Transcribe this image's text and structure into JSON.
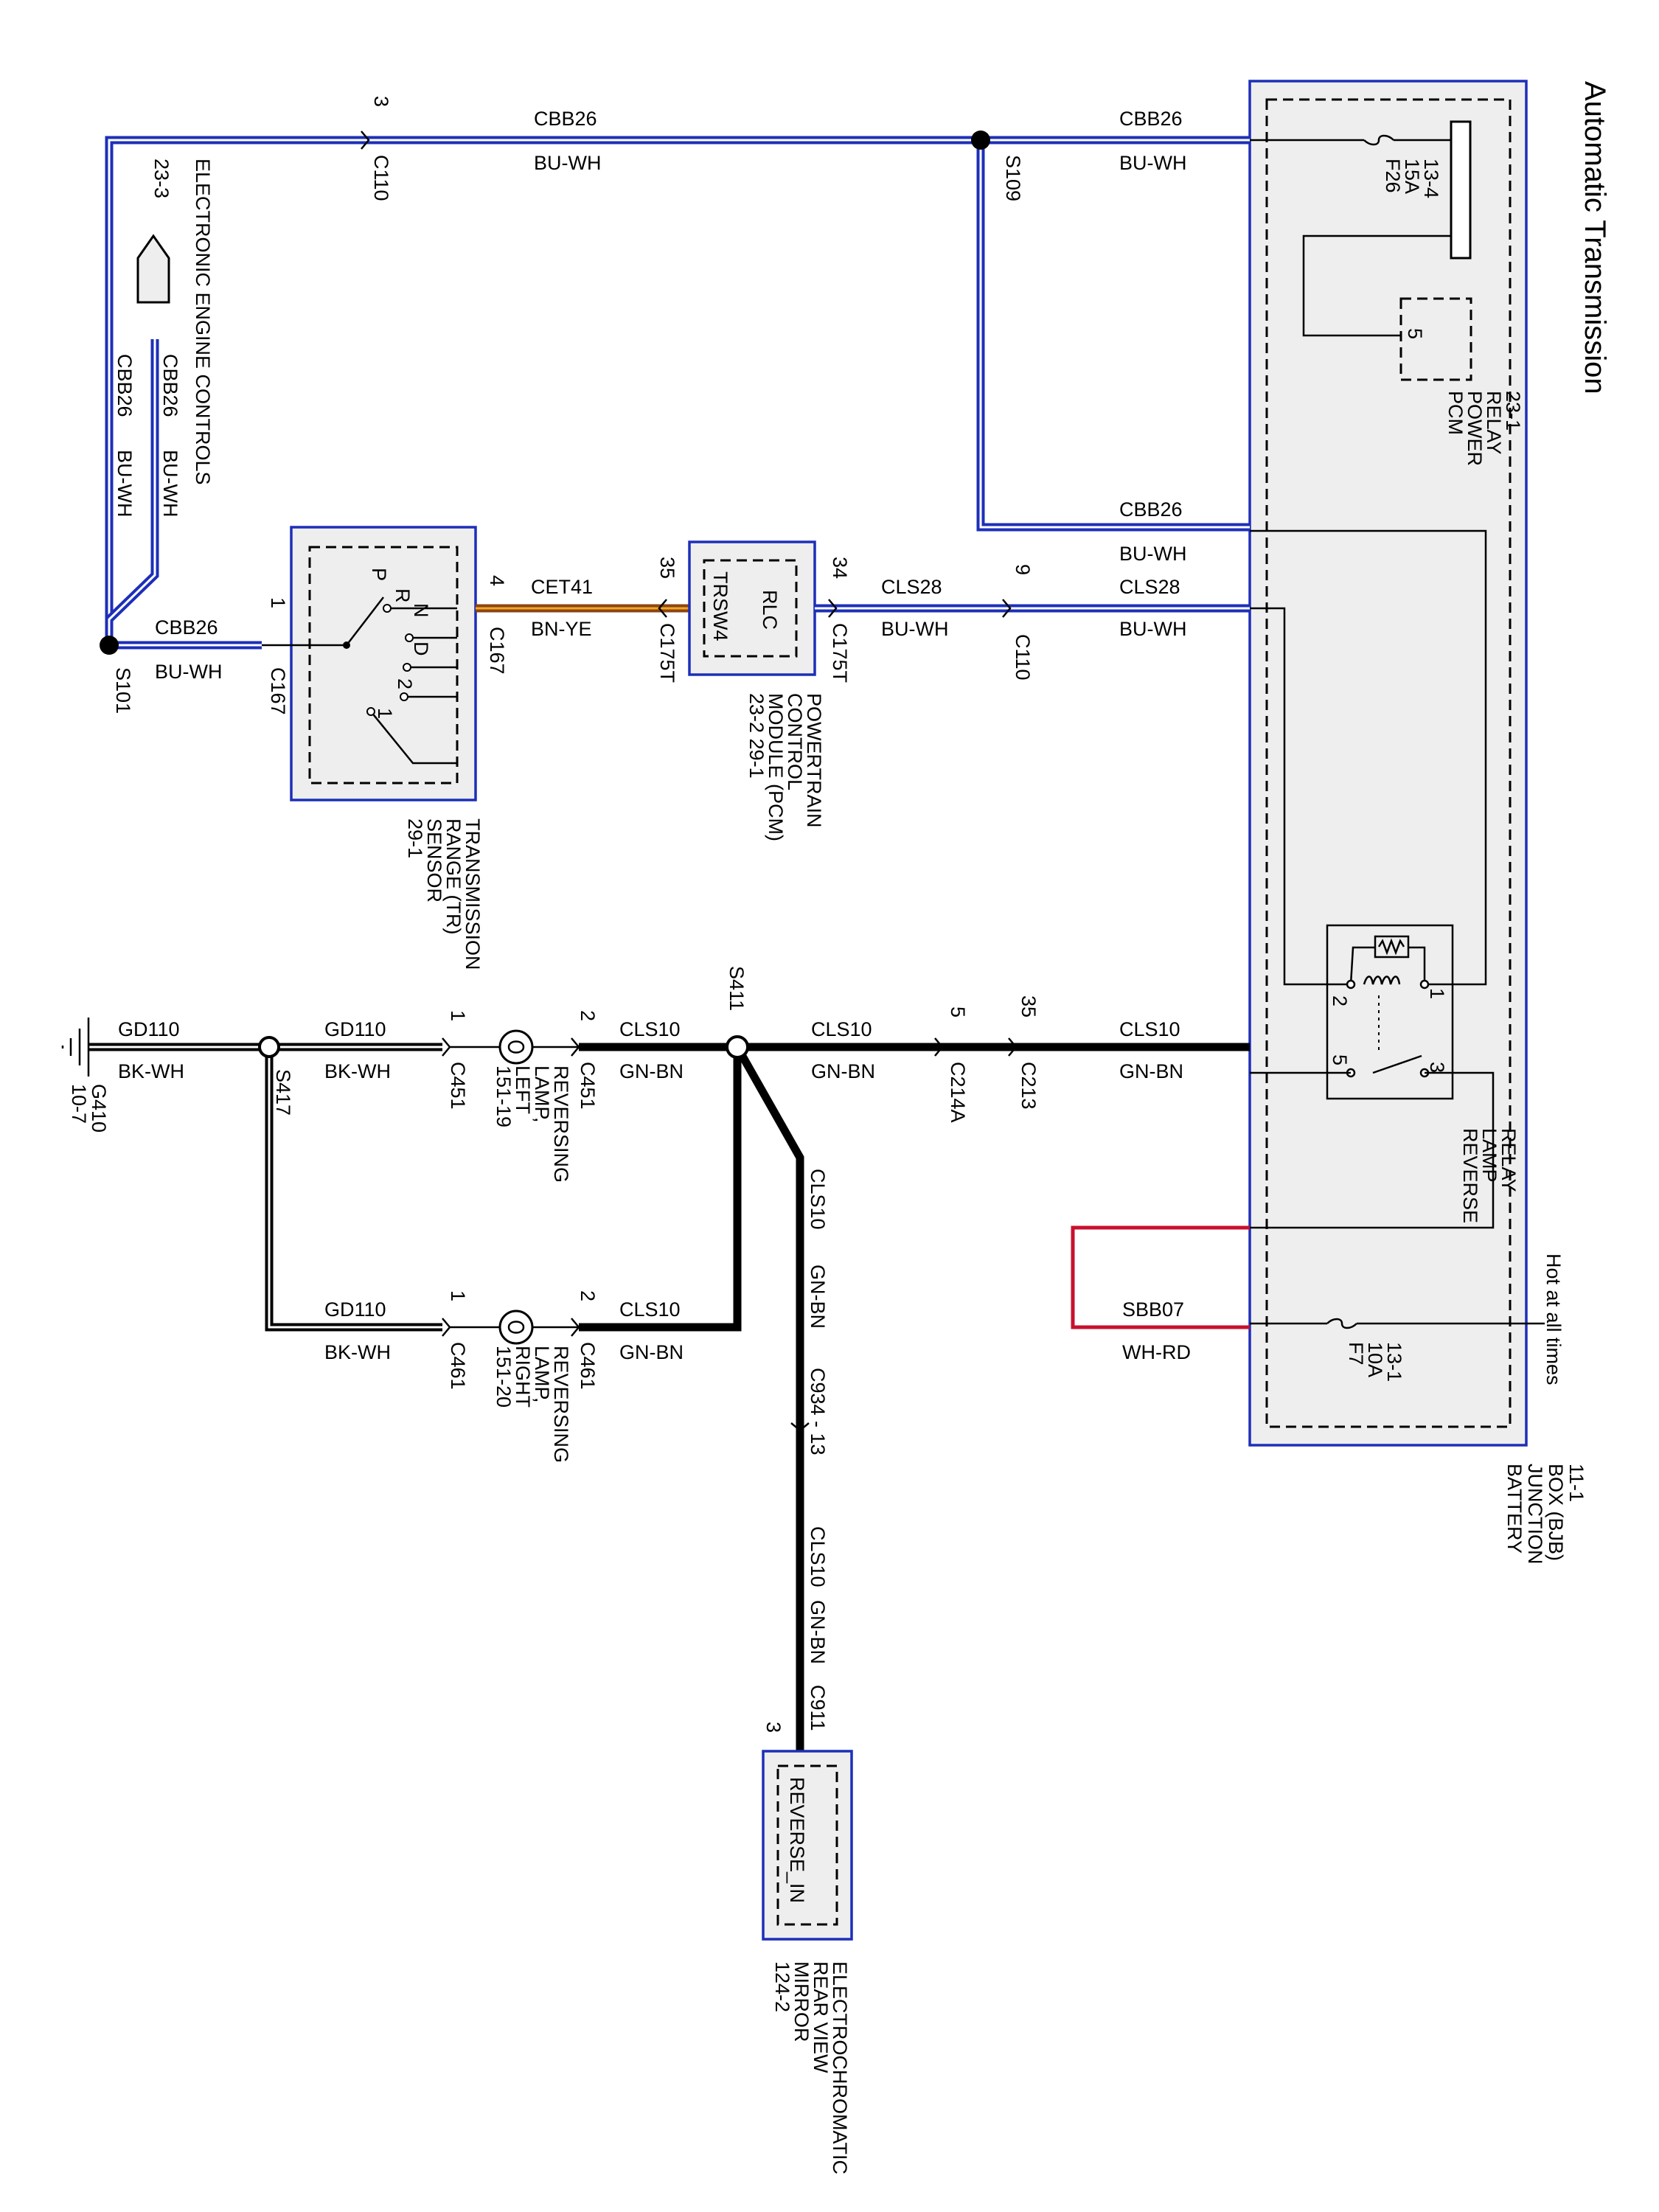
{
  "diagram": {
    "title": "Automatic Transmission",
    "hot_at_all_times": "Hot at all times",
    "bjb": {
      "l1": "BATTERY",
      "l2": "JUNCTION",
      "l3": "BOX (BJB)",
      "l4": "11-1"
    },
    "f26": {
      "name": "F26",
      "amp": "15A",
      "ref": "13-4"
    },
    "f7": {
      "name": "F7",
      "amp": "10A",
      "ref": "13-1"
    },
    "pcm_relay": {
      "pin": "5",
      "l1": "PCM",
      "l2": "POWER",
      "l3": "RELAY",
      "l4": "23-1"
    },
    "reverse_relay": {
      "pin1": "1",
      "pin2": "2",
      "pin3": "3",
      "pin5": "5",
      "l1": "REVERSE",
      "l2": "LAMP",
      "l3": "RELAY"
    },
    "wires": {
      "cbb26": "CBB26",
      "buwh": "BU-WH",
      "cls28": "CLS28",
      "cet41": "CET41",
      "bnye": "BN-YE",
      "cls10": "CLS10",
      "gnbn": "GN-BN",
      "gd110": "GD110",
      "bkwh": "BK-WH",
      "sbb07": "SBB07",
      "wh_rd": "WH-RD"
    },
    "connectors": {
      "c110": "C110",
      "c167": "C167",
      "c175t": "C175T",
      "c213": "C213",
      "c214a": "C214A",
      "c451": "C451",
      "c461": "C461",
      "c934": "C934 - 13",
      "c911": "C911"
    },
    "pins": {
      "p3": "3",
      "p1": "1",
      "p4": "4",
      "p35": "35",
      "p34": "34",
      "p9": "9",
      "p5": "5",
      "p2": "2"
    },
    "splices": {
      "s109": "S109",
      "s101": "S101",
      "s411": "S411",
      "s417": "S417",
      "g410": "G410",
      "g410_ref": "10-7"
    },
    "eec": {
      "l1": "ELECTRONIC ENGINE CONTROLS",
      "ref": "23-3"
    },
    "pcm": {
      "rlc": "RLC",
      "trsw4": "TRSW4",
      "l1": "POWERTRAIN",
      "l2": "CONTROL",
      "l3": "MODULE (PCM)",
      "l4": "23-2   29-1"
    },
    "tr_sensor": {
      "p": "P",
      "r": "R",
      "n": "N",
      "d": "D",
      "two": "2",
      "one": "1",
      "l1": "TRANSMISSION",
      "l2": "RANGE (TR)",
      "l3": "SENSOR",
      "l4": "29-1"
    },
    "lamp_left": {
      "l1": "REVERSING",
      "l2": "LAMP,",
      "l3": "LEFT",
      "l4": "151-19"
    },
    "lamp_right": {
      "l1": "REVERSING",
      "l2": "LAMP,",
      "l3": "RIGHT",
      "l4": "151-20"
    },
    "mirror": {
      "pin": "3",
      "label": "REVERSE_IN",
      "l1": "ELECTROCHROMATIC",
      "l2": "REAR VIEW",
      "l3": "MIRROR",
      "l4": "124-2"
    }
  }
}
